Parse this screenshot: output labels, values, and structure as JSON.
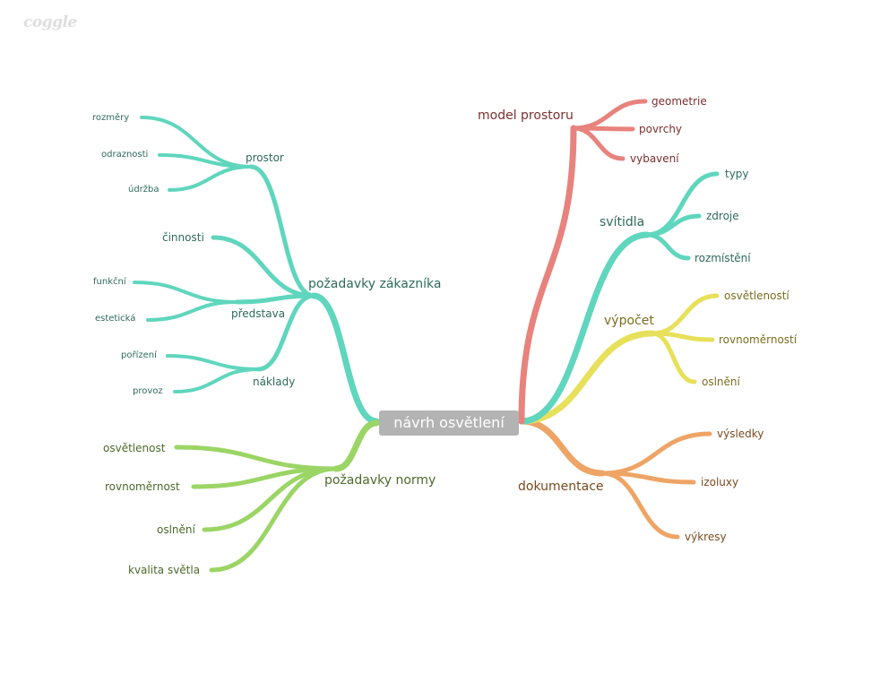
{
  "app": {
    "logo": "coggle"
  },
  "root": {
    "label": "návrh osvětlení"
  },
  "branches": {
    "zakaznik": {
      "label": "požadavky zákazníka",
      "color": "#5fd6bd",
      "text_color": "#2d6a5c",
      "children": {
        "prostor": {
          "label": "prostor",
          "children": [
            "rozměry",
            "odraznosti",
            "údržba"
          ]
        },
        "cinnosti": {
          "label": "činnosti"
        },
        "predstava": {
          "label": "představa",
          "children": [
            "funkční",
            "estetická"
          ]
        },
        "naklady": {
          "label": "náklady",
          "children": [
            "pořízení",
            "provoz"
          ]
        }
      }
    },
    "normy": {
      "label": "požadavky normy",
      "color": "#9bd565",
      "text_color": "#4b6a2a",
      "children": [
        "osvětlenost",
        "rovnoměrnost",
        "oslnění",
        "kvalita světla"
      ]
    },
    "model": {
      "label": "model prostoru",
      "color": "#e8827d",
      "text_color": "#7c2e2e",
      "children": [
        "geometrie",
        "povrchy",
        "vybavení"
      ]
    },
    "svitidla": {
      "label": "svítidla",
      "color": "#5fd6bd",
      "text_color": "#2d6a5c",
      "children": [
        "typy",
        "zdroje",
        "rozmístění"
      ]
    },
    "vypocet": {
      "label": "výpočet",
      "color": "#e7e05a",
      "text_color": "#7a6d1e",
      "children": [
        "osvětleností",
        "rovnoměrností",
        "oslnění"
      ]
    },
    "dokumentace": {
      "label": "dokumentace",
      "color": "#eea465",
      "text_color": "#7a4a1e",
      "children": [
        "výsledky",
        "izoluxy",
        "výkresy"
      ]
    }
  }
}
